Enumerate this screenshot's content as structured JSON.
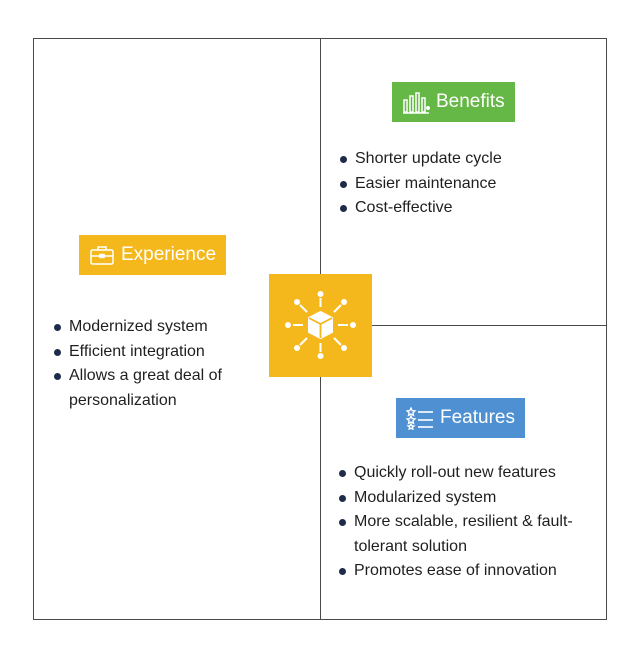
{
  "colors": {
    "benefits_tag": "#66b846",
    "experience_tag": "#f5b81c",
    "features_tag": "#4f90d2",
    "center_box": "#f5b81c",
    "bullet": "#1e2b4a",
    "border": "#4a4a4a"
  },
  "center": {
    "icon": "module-hub-icon"
  },
  "benefits": {
    "title": "Benefits",
    "icon": "bar-chart-icon",
    "items": [
      "Shorter update cycle",
      "Easier maintenance",
      "Cost-effective"
    ]
  },
  "experience": {
    "title": "Experience",
    "icon": "briefcase-icon",
    "items": [
      "Modernized system",
      "Efficient integration",
      "Allows a great deal of personalization"
    ]
  },
  "features": {
    "title": "Features",
    "icon": "starred-list-icon",
    "items": [
      "Quickly roll-out new features",
      "Modularized system",
      "More scalable, resilient & fault-tolerant solution",
      "Promotes ease of innovation"
    ]
  }
}
